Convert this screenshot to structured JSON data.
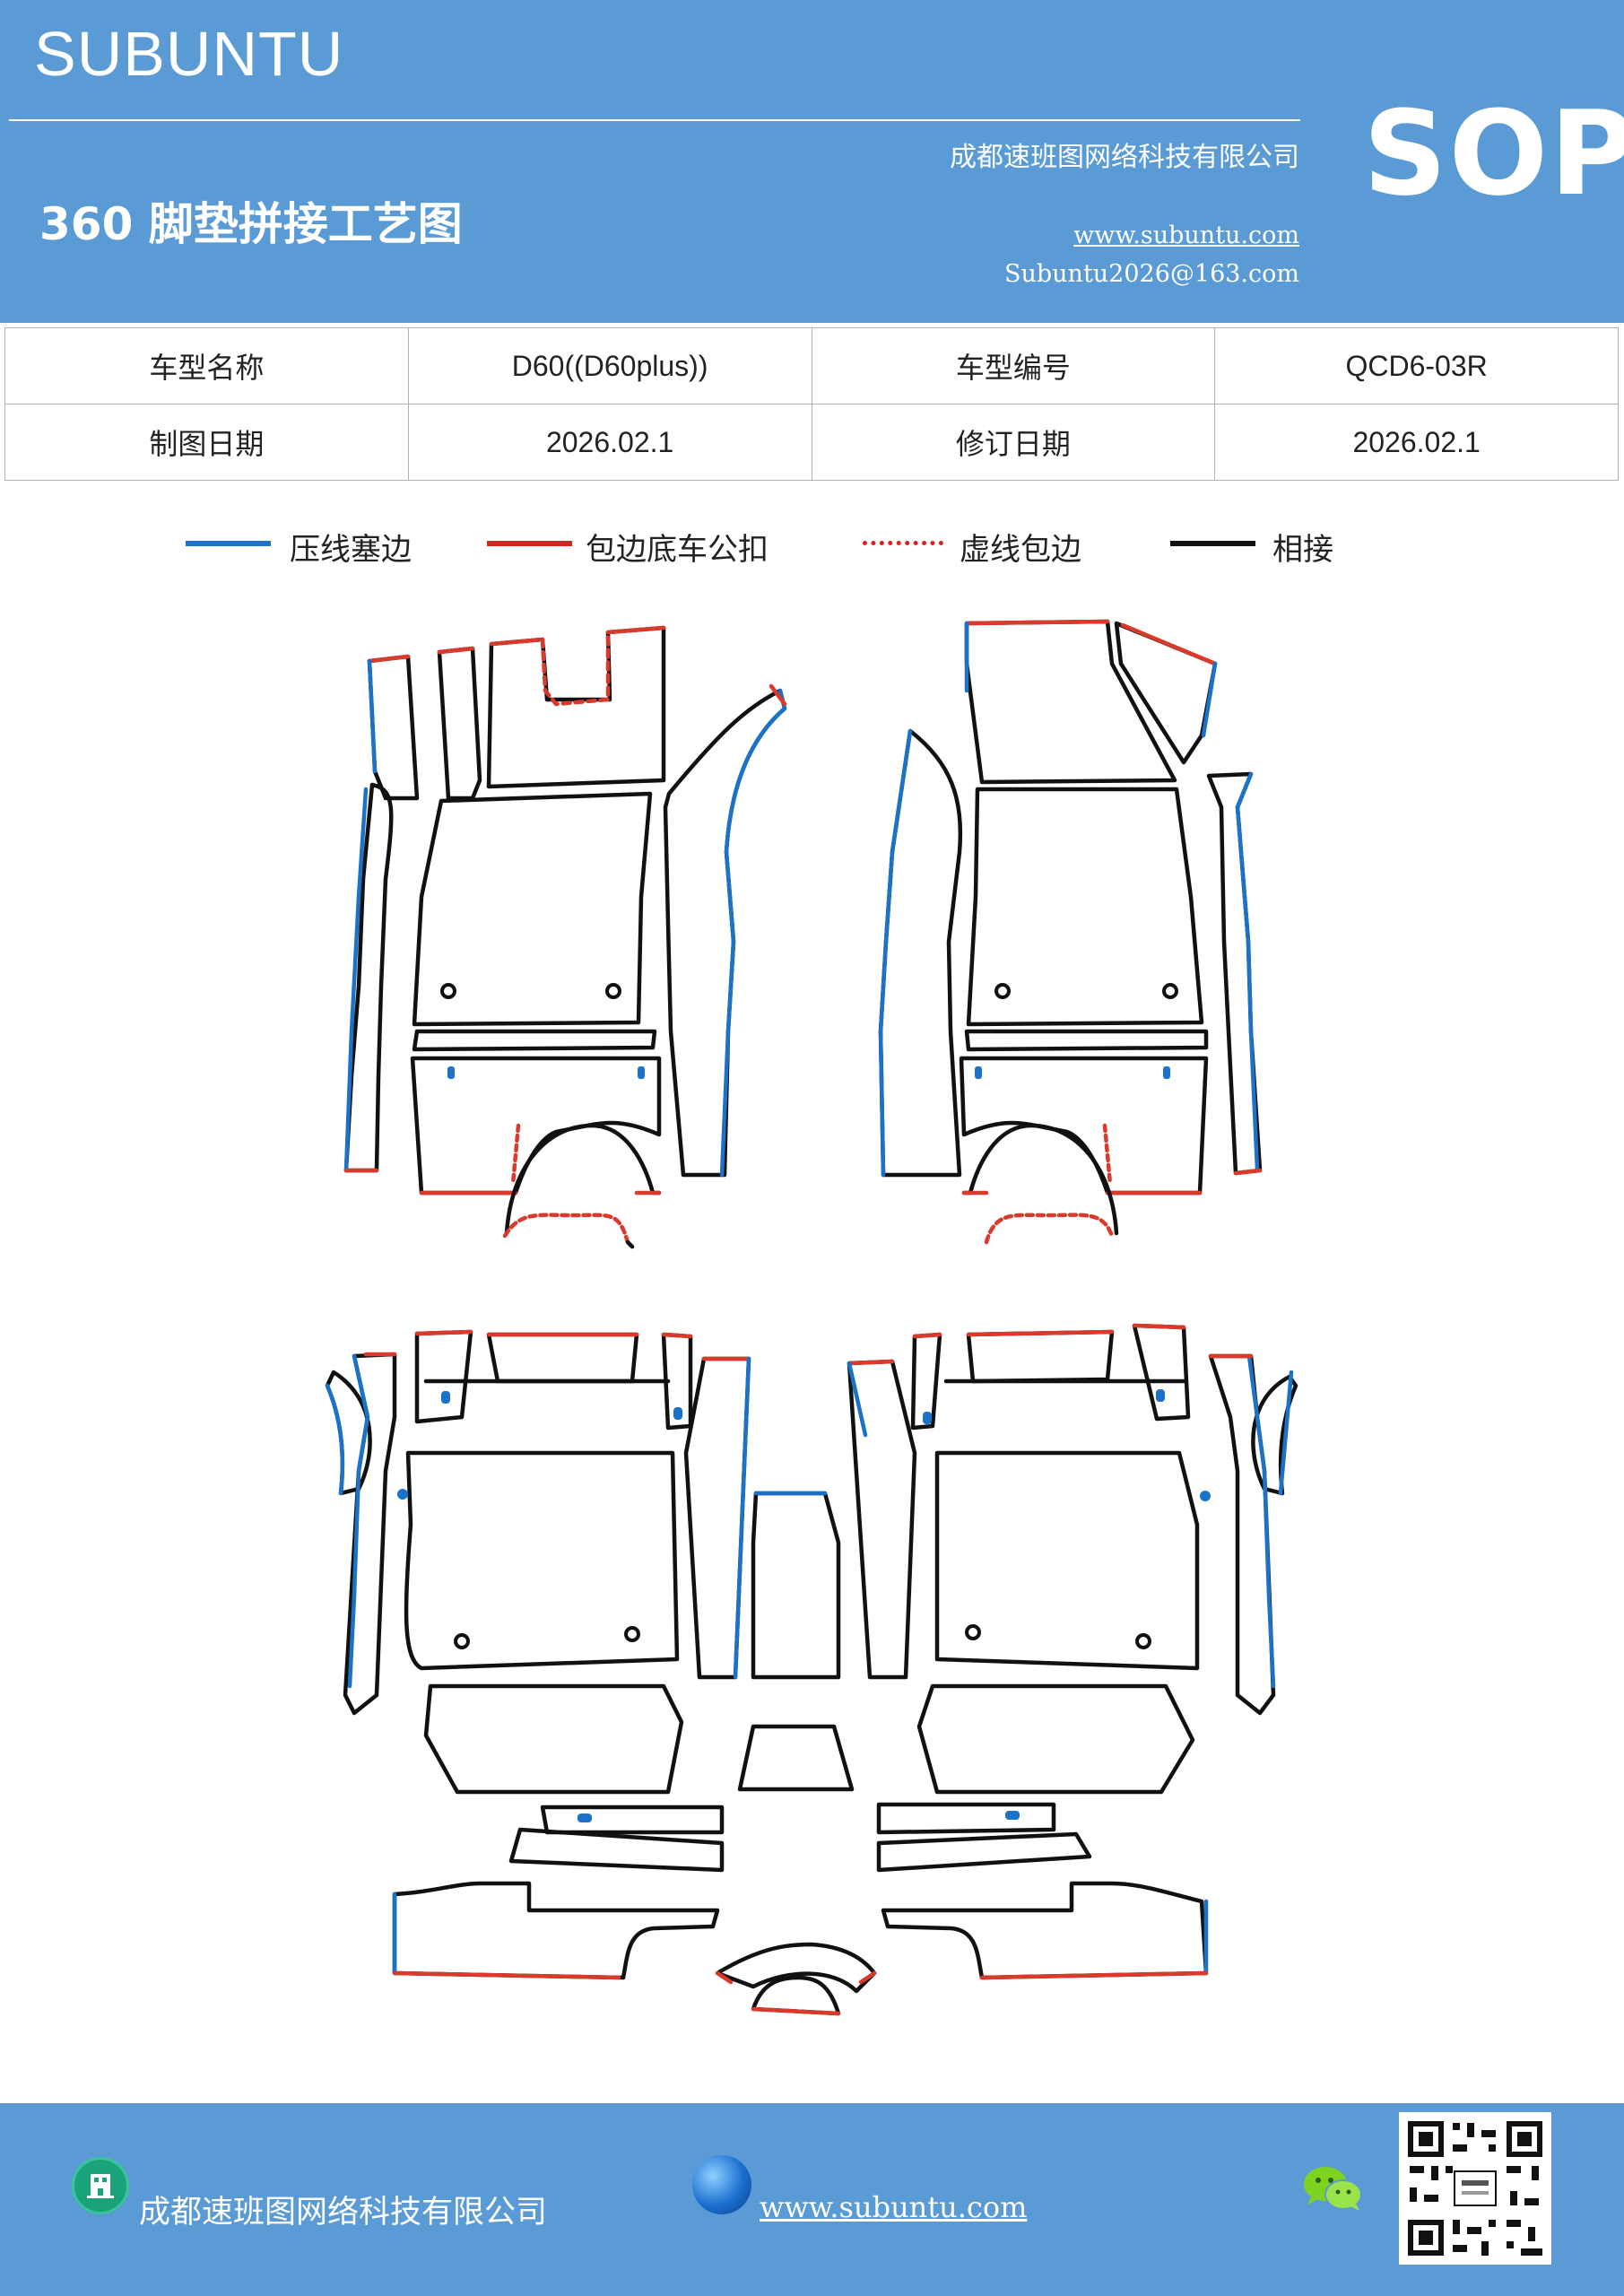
{
  "header": {
    "brand": "SUBUNTU",
    "company": "成都速班图网络科技有限公司",
    "doc_title": "360 脚垫拼接工艺图",
    "website": "www.subuntu.com",
    "email": "Subuntu2026@163.com",
    "doc_type": "SOP"
  },
  "info_table": {
    "rows": [
      [
        "车型名称",
        "D60((D60plus))",
        "车型编号",
        "QCD6-03R"
      ],
      [
        "制图日期",
        "2026.02.1",
        "修订日期",
        "2026.02.1"
      ]
    ]
  },
  "legend": [
    {
      "label": "压线塞边",
      "color": "#1a73c9",
      "style": "solid"
    },
    {
      "label": "包边底车公扣",
      "color": "#e02020",
      "style": "solid"
    },
    {
      "label": "虚线包边",
      "color": "#e02020",
      "style": "dashed"
    },
    {
      "label": "相接",
      "color": "#111111",
      "style": "solid"
    }
  ],
  "colors": {
    "header_bg": "#5b9bd5",
    "blue_edge": "#1a73c9",
    "red_edge": "#d93a2b",
    "outline": "#111111"
  },
  "footer": {
    "company": "成都速班图网络科技有限公司",
    "website": "www.subuntu.com",
    "icons": [
      "building-icon",
      "globe-icon",
      "wechat-icon",
      "qr-code"
    ]
  }
}
